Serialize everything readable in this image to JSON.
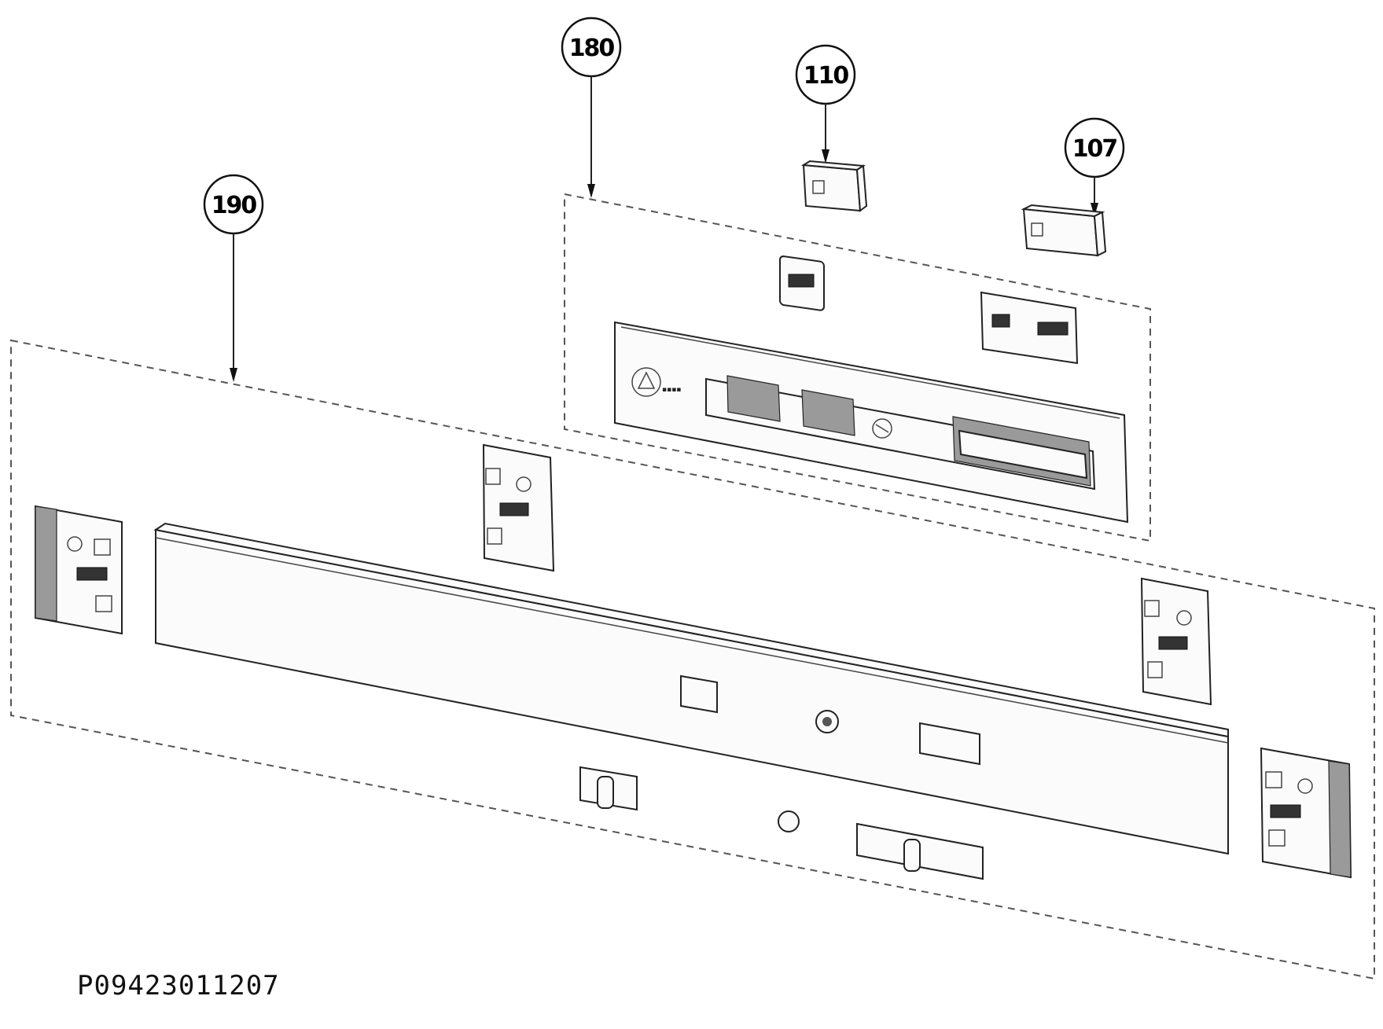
{
  "drawing_id": "P09423011207",
  "callouts": [
    {
      "id": "callout-190",
      "label": "190"
    },
    {
      "id": "callout-180",
      "label": "180"
    },
    {
      "id": "callout-110",
      "label": "110"
    },
    {
      "id": "callout-107",
      "label": "107"
    }
  ],
  "colors": {
    "line": "#222222",
    "background": "#ffffff",
    "dashed_boundary": "#555555"
  }
}
